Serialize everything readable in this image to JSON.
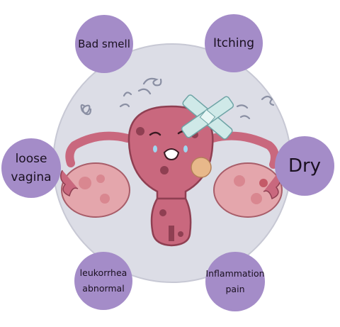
{
  "colors": {
    "bubble": "#a48cc8",
    "background_circle": "#dcdde6",
    "uterus": "#c9687e",
    "uterus_outline": "#8f3f52",
    "ovary": "#e4a6ac",
    "bandage": "#cfe9e8"
  },
  "symptoms": {
    "bad_smell": "Bad smell",
    "itching": "Itching",
    "loose_vagina_line1": "loose",
    "loose_vagina_line2": "vagina",
    "dry": "Dry",
    "leukorrhea_line1": "leukorrhea",
    "leukorrhea_line2": "abnormal",
    "inflammation_line1": "Inflammation",
    "inflammation_line2": "pain"
  },
  "icons": {
    "illustration": "sad-uterus-icon",
    "bandage": "bandage-icon"
  }
}
